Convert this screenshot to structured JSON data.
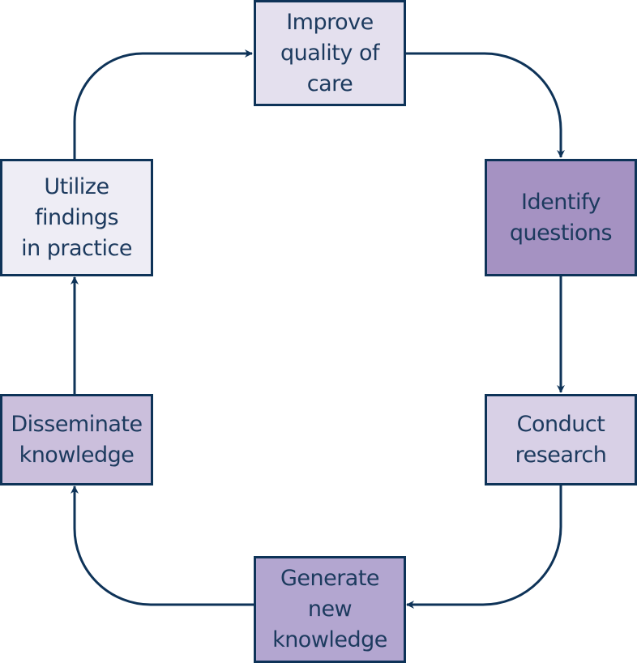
{
  "diagram": {
    "type": "cycle",
    "stroke_color": "#0e3358",
    "text_color": "#1c3a5e",
    "nodes": [
      {
        "id": "improve",
        "label": "Improve\nquality of\ncare",
        "fill": "#e4e0ee"
      },
      {
        "id": "identify",
        "label": "Identify\nquestions",
        "fill": "#a592c2"
      },
      {
        "id": "conduct",
        "label": "Conduct\nresearch",
        "fill": "#d8d0e6"
      },
      {
        "id": "generate",
        "label": "Generate\nnew\nknowledge",
        "fill": "#b3a6d0"
      },
      {
        "id": "disseminate",
        "label": "Disseminate\nknowledge",
        "fill": "#cbbfdc"
      },
      {
        "id": "utilize",
        "label": "Utilize\nfindings\nin practice",
        "fill": "#eeedf5"
      }
    ],
    "edges": [
      {
        "from": "improve",
        "to": "identify"
      },
      {
        "from": "identify",
        "to": "conduct"
      },
      {
        "from": "conduct",
        "to": "generate"
      },
      {
        "from": "generate",
        "to": "disseminate"
      },
      {
        "from": "disseminate",
        "to": "utilize"
      },
      {
        "from": "utilize",
        "to": "improve"
      }
    ]
  }
}
